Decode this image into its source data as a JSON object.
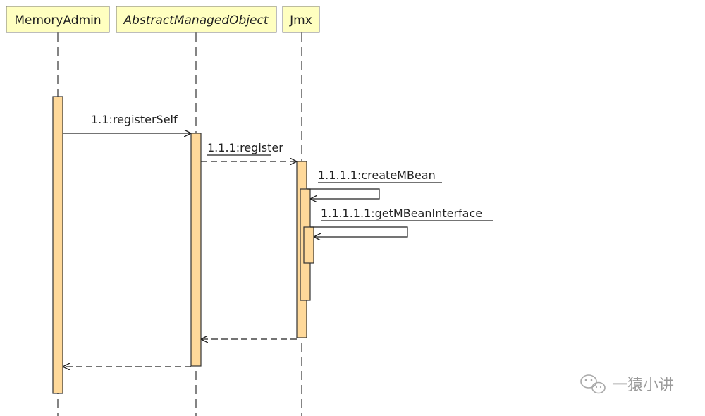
{
  "lifelines": [
    {
      "id": "memoryadmin",
      "label": "MemoryAdmin",
      "italic": false
    },
    {
      "id": "abstract",
      "label": "AbstractManagedObject",
      "italic": true
    },
    {
      "id": "jmx",
      "label": "Jmx",
      "italic": false
    }
  ],
  "messages": [
    {
      "id": "m1",
      "label": "1.1:registerSelf",
      "kind": "call",
      "underlined": false
    },
    {
      "id": "m2",
      "label": "1.1.1:register",
      "kind": "call",
      "underlined": true
    },
    {
      "id": "m3",
      "label": "1.1.1.1:createMBean",
      "kind": "self",
      "underlined": true
    },
    {
      "id": "m4",
      "label": "1.1.1.1.1:getMBeanInterface",
      "kind": "self",
      "underlined": true
    },
    {
      "id": "r1",
      "label": "",
      "kind": "return"
    },
    {
      "id": "r2",
      "label": "",
      "kind": "return"
    }
  ],
  "watermark": {
    "text": "一猿小讲",
    "icon": "wechat-icon"
  }
}
